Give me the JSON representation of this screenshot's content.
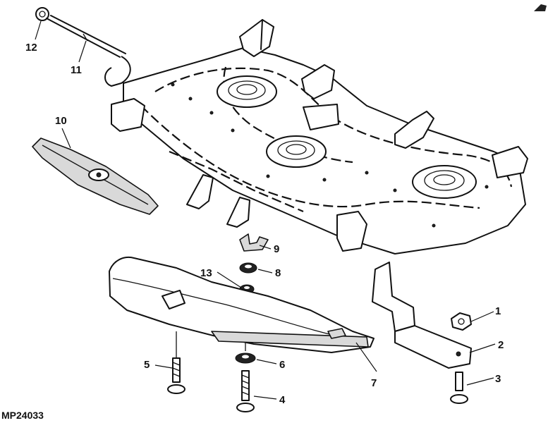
{
  "figure_id": "MP24033",
  "callouts": [
    "1",
    "2",
    "3",
    "4",
    "5",
    "6",
    "7",
    "8",
    "9",
    "10",
    "11",
    "12",
    "13"
  ],
  "accent_color": "#111111"
}
